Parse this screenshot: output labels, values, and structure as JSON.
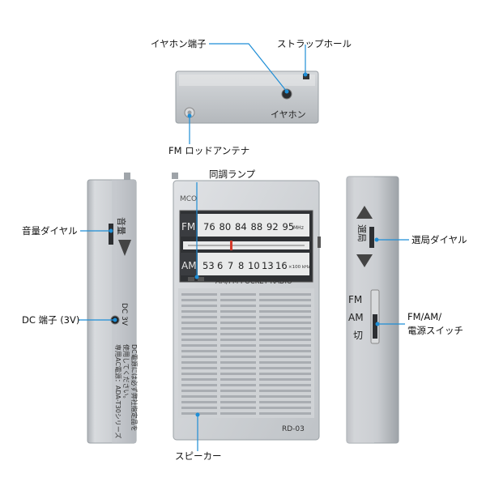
{
  "labels": {
    "earphone_jack": "イヤホン端子",
    "strap_hole": "ストラップホール",
    "fm_rod_antenna": "FM ロッドアンテナ",
    "tuning_lamp": "同調ランプ",
    "volume_dial": "音量ダイヤル",
    "dc_jack": "DC 端子 (3V)",
    "tuning_dial": "選局ダイヤル",
    "power_switch_line1": "FM/AM/",
    "power_switch_line2": "電源スイッチ",
    "speaker": "スピーカー"
  },
  "top_view": {
    "earphone_text": "イヤホン"
  },
  "front_panel": {
    "brand": "MCO",
    "fm_label": "FM",
    "am_label": "AM",
    "fm_scale": [
      "76",
      "80",
      "84",
      "88",
      "92",
      "95"
    ],
    "fm_unit": "MHz",
    "am_scale": [
      "53",
      "6",
      "7",
      "8",
      "10",
      "13",
      "16"
    ],
    "am_unit": "×100 kHz",
    "model_text": "AM/FM POCKET RADIO",
    "model_number": "RD-03"
  },
  "left_side": {
    "volume": "音量",
    "dc_text": "DC 3V",
    "notice_lines": [
      "DC電源には必ず弊社指定品を",
      "使用してください。",
      "専用AC電源：ADA-T30シリーズ"
    ]
  },
  "right_side": {
    "tuning": "選局",
    "switch_fm": "FM",
    "switch_am": "AM",
    "switch_off": "切"
  },
  "colors": {
    "body_silver": "#c9ccd0",
    "dial_dark": "#3a3c40",
    "accent_blue": "#1f8ed6",
    "pointer_red": "#d43a2a"
  }
}
